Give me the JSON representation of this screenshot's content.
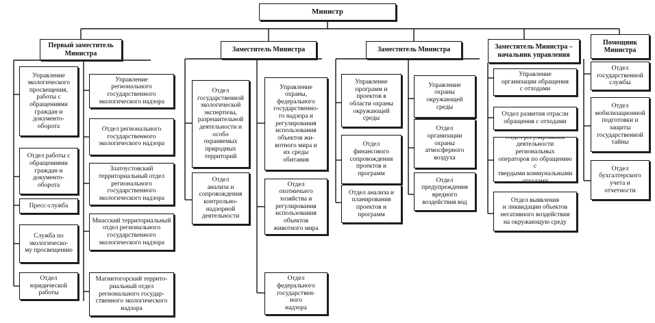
{
  "org_chart": {
    "top": "Министр",
    "heads": [
      "Первый заместитель\nМинистра",
      "Заместитель Министра",
      "Заместитель Министра",
      "Заместитель Министра –\nначальник управления",
      "Помощник\nМинистра"
    ],
    "col1_left": [
      "Управление\nэкологического\nпросвещения,\nработы с\nобращениями\nграждан и\nдокументо-\nоборота",
      "Отдел работы с\nобращениями\nграждан и\nдокументо-\nоборота",
      "Пресс-служба",
      "Служба по\nэкологическо-\nму просвещению",
      "Отдел\nюридической\nработы"
    ],
    "col1_right": [
      "Управление\nрегионального\nгосударственного\nэкологического надзора",
      "Отдел регионального\nгосударственного\nэкологического надзора",
      "Златоустовский\nтерриториальный отдел\nрегионального\nгосударственного\nэкологического надзора",
      "Миасский территориальный\nотдел регионального\nгосударственного\nэкологического надзора",
      "Магнитогорский террито-\nриальный отдел\nрегионального государ-\nственного экологического\nнадзора"
    ],
    "col2_left": [
      "Отдел\nгосударственной\nэкологической\nэкспертизы,\nразрешительной\nдеятельности и\nособо\nохраняемых\nприродных\nтерриторий",
      "Отдел\nанализа и\nсопровождения\nконтрольно-\nнадзорной\nдеятельности"
    ],
    "col2_right": [
      "Управление\nохраны,\nфедерального\nгосударственно-\nго надзора и\nрегулирования\nиспользования\nобъектов жи-\nвотного мира и\nих среды\nобитания",
      "Отдел\nохотничьего\nхозяйства и\nрегулирования\nиспользования\nобъектов\nживотного мира",
      "Отдел\nфедерального\nгосударствен-\nного\nнадзора"
    ],
    "col3_left": [
      "Управление\nпрограмм и\nпроектов в\nобласти охраны\nокружающей\nсреды",
      "Отдел\nфинансового\nсопровождения\nпроектов и\nпрограмм",
      "Отдел анализа и\nпланирования\nпроектов и\nпрограмм"
    ],
    "col3_right": [
      "Управление\nохраны\nокружающей\nсреды",
      "Отдел\nорганизации\nохраны\nатмосферного\nвоздуха",
      "Отдел\nпредупреждения\nвредного\nвоздействия вод"
    ],
    "col4": [
      "Управление\nорганизации обращения\nс отходами",
      "Отдел развития отрасли\nобращения с отходами",
      "Отдел регулирования\nдеятельности региональных\nоператоров по обращению с\nтвердыми коммунальными\nотходами",
      "Отдел выявления\nи ликвидации объектов\nнегативного воздействия\nна окружающую среду"
    ],
    "col5": [
      "Отдел\nгосударственной\nслужбы",
      "Отдел\nмобилизационной\nподготовки и\nзащиты\nгосударственной\nтайны",
      "Отдел\nбухгалтерского\nучета и\nотчетности"
    ]
  }
}
